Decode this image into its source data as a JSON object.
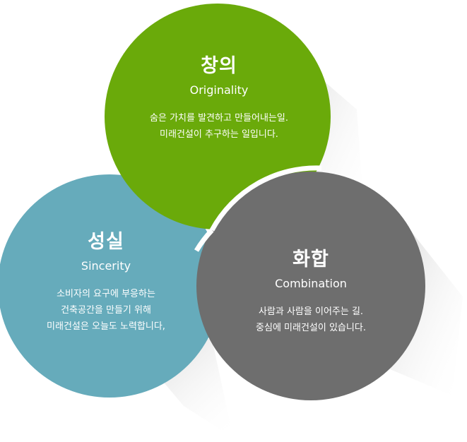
{
  "colors": {
    "creativity": "#6aaa0a",
    "sincerity": "#66abbb",
    "harmony": "#6e6e6e",
    "shadow": "#d6d6d6",
    "text": "#ffffff"
  },
  "circles": {
    "creativity": {
      "title": "창의",
      "subtitle": "Originality",
      "lines": [
        "숨은 가치를 발견하고 만들어내는일.",
        "미래건설이 추구하는 일입니다."
      ]
    },
    "sincerity": {
      "title": "성실",
      "subtitle": "Sincerity",
      "lines": [
        "소비자의 요구에 부응하는",
        "건축공간을 만들기 위해",
        "미래건설은 오늘도 노력합니다,"
      ]
    },
    "harmony": {
      "title": "화합",
      "subtitle": "Combination",
      "lines": [
        "사람과 사람을 이어주는 길.",
        "중심에 미래건설이 있습니다."
      ]
    }
  }
}
